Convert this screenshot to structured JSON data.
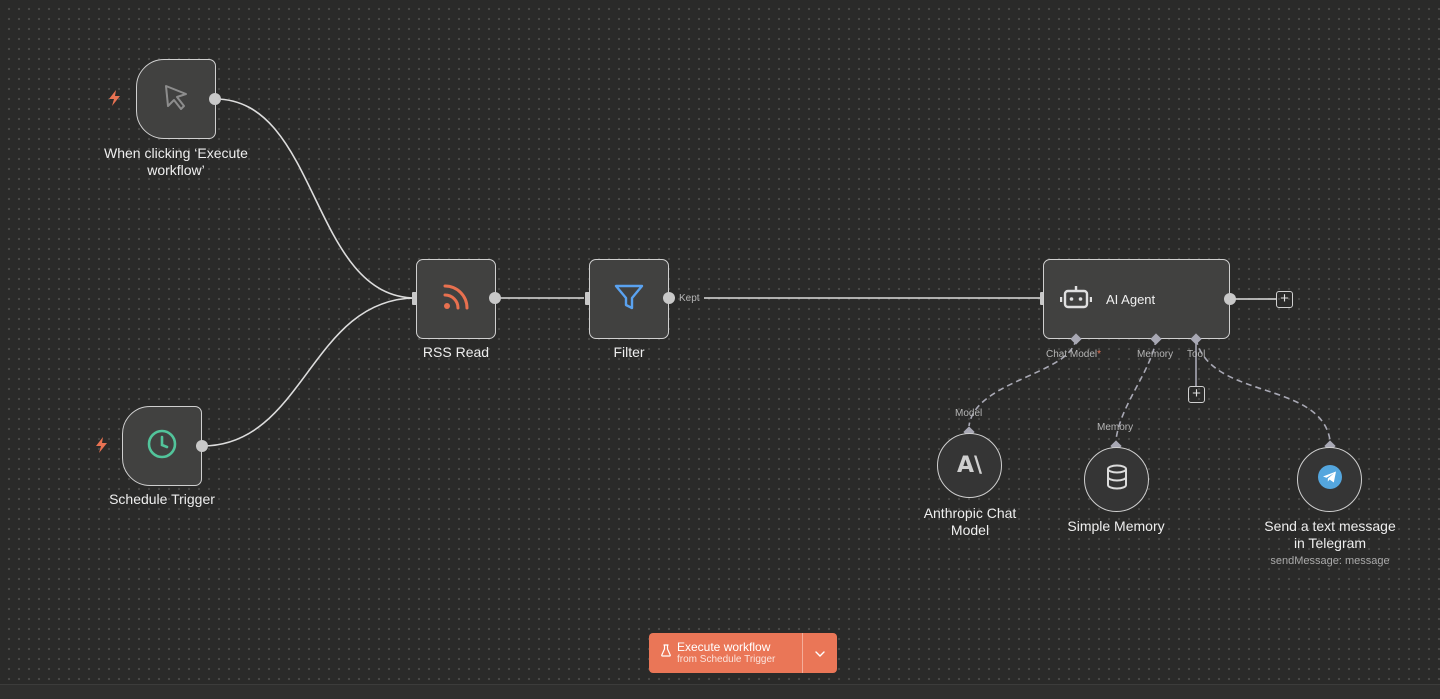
{
  "nodes": {
    "manual": {
      "label_line1": "When clicking ‘Execute",
      "label_line2": "workflow’"
    },
    "schedule": {
      "label": "Schedule Trigger"
    },
    "rss": {
      "label": "RSS Read"
    },
    "filter": {
      "label": "Filter",
      "output_label": "Kept"
    },
    "agent": {
      "label": "AI Agent",
      "ports": {
        "chat_model": "Chat Model",
        "required_mark": "*",
        "memory": "Memory",
        "tool": "Tool"
      }
    },
    "anthropic": {
      "input_label": "Model",
      "label_line1": "Anthropic Chat",
      "label_line2": "Model",
      "logo_text": "A\\"
    },
    "memory": {
      "input_label": "Memory",
      "label": "Simple Memory"
    },
    "telegram": {
      "label_line1": "Send a text message",
      "label_line2": "in Telegram",
      "sub": "sendMessage: message"
    }
  },
  "execute_button": {
    "title": "Execute workflow",
    "subtitle": "from Schedule Trigger"
  },
  "colors": {
    "accent": "#ea7657",
    "trigger_bolt": "#e87252",
    "rss_icon": "#e8704f",
    "filter_icon": "#5aa2f0",
    "clock_icon": "#52c49b",
    "telegram_icon": "#54a6de"
  },
  "icons": {
    "manual": "cursor-arrow-icon",
    "schedule": "clock-icon",
    "rss": "rss-icon",
    "filter": "funnel-icon",
    "agent": "robot-icon",
    "memory": "database-icon",
    "telegram": "paper-plane-icon",
    "trigger": "lightning-bolt-icon"
  }
}
